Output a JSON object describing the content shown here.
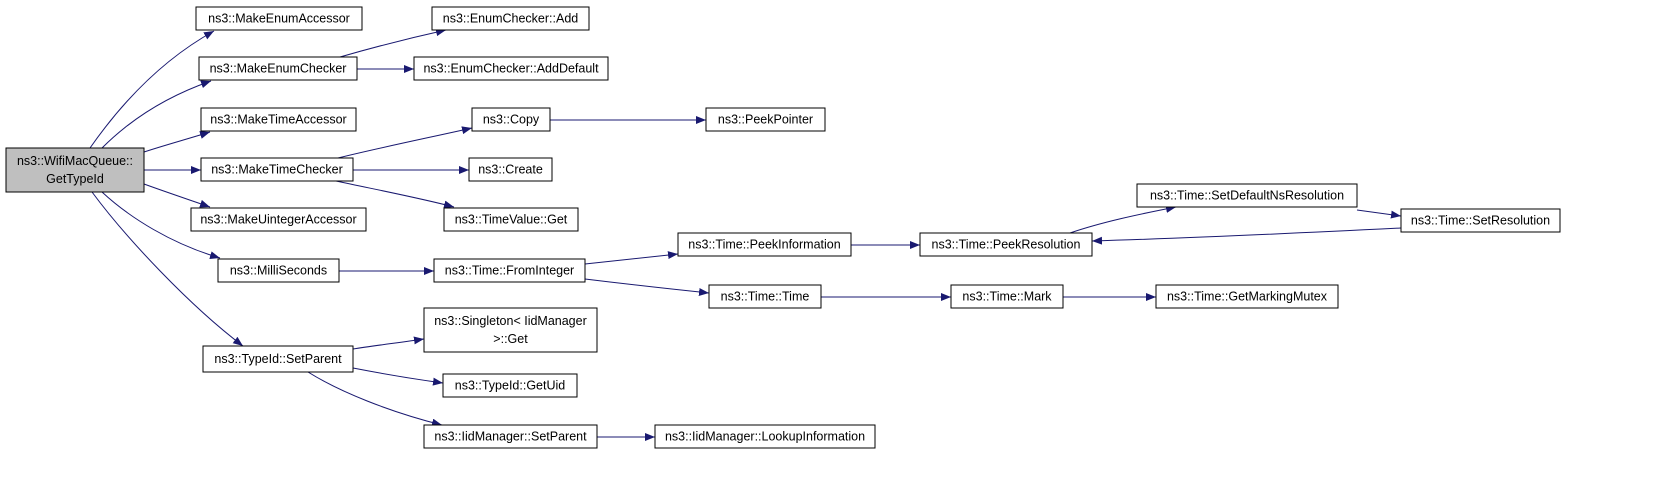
{
  "diagram": {
    "edge_color": "#191970",
    "root_fill": "#bfbfbf",
    "nodes": {
      "root": [
        "ns3::WifiMacQueue::",
        "GetTypeId"
      ],
      "makeEnumAccessor": [
        "ns3::MakeEnumAccessor"
      ],
      "makeEnumChecker": [
        "ns3::MakeEnumChecker"
      ],
      "enumCheckerAdd": [
        "ns3::EnumChecker::Add"
      ],
      "enumCheckerAddDefault": [
        "ns3::EnumChecker::AddDefault"
      ],
      "makeTimeAccessor": [
        "ns3::MakeTimeAccessor"
      ],
      "makeTimeChecker": [
        "ns3::MakeTimeChecker"
      ],
      "copy": [
        "ns3::Copy"
      ],
      "peekPointer": [
        "ns3::PeekPointer"
      ],
      "create": [
        "ns3::Create"
      ],
      "timeValueGet": [
        "ns3::TimeValue::Get"
      ],
      "makeUintegerAccessor": [
        "ns3::MakeUintegerAccessor"
      ],
      "milliSeconds": [
        "ns3::MilliSeconds"
      ],
      "timeFromInteger": [
        "ns3::Time::FromInteger"
      ],
      "timePeekInformation": [
        "ns3::Time::PeekInformation"
      ],
      "timePeekResolution": [
        "ns3::Time::PeekResolution"
      ],
      "timeSetDefaultNsResolution": [
        "ns3::Time::SetDefaultNsResolution"
      ],
      "timeSetResolution": [
        "ns3::Time::SetResolution"
      ],
      "timeTime": [
        "ns3::Time::Time"
      ],
      "timeMark": [
        "ns3::Time::Mark"
      ],
      "timeGetMarkingMutex": [
        "ns3::Time::GetMarkingMutex"
      ],
      "typeIdSetParent": [
        "ns3::TypeId::SetParent"
      ],
      "singletonGet": [
        "ns3::Singleton< IidManager",
        ">::Get"
      ],
      "typeIdGetUid": [
        "ns3::TypeId::GetUid"
      ],
      "iidManagerSetParent": [
        "ns3::IidManager::SetParent"
      ],
      "iidManagerLookupInformation": [
        "ns3::IidManager::LookupInformation"
      ]
    }
  }
}
